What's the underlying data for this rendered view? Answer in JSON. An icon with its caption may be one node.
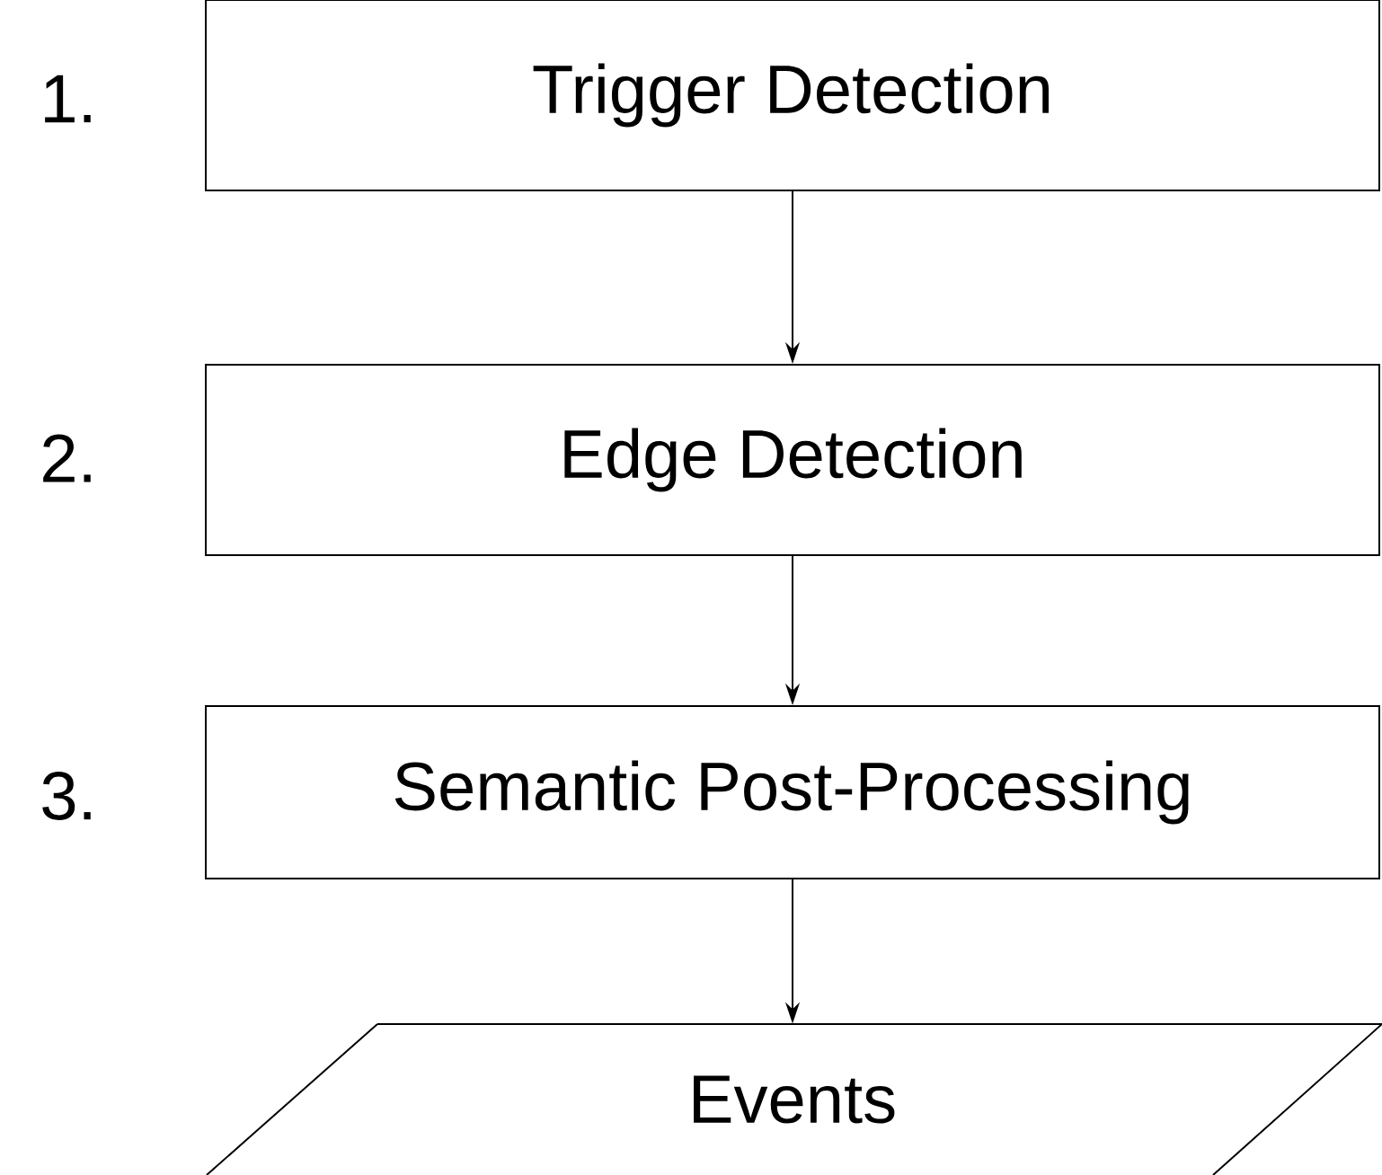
{
  "diagram": {
    "nodes": [
      {
        "text": [
          "Trigger Detection"
        ]
      },
      {
        "text": [
          "Edge Detection"
        ]
      },
      {
        "text": [
          "Semantic Post-Processing"
        ]
      },
      {
        "text": [
          "Events"
        ]
      }
    ],
    "edges": [
      {
        "from": 0,
        "to": 1,
        "arrow": "to"
      },
      {
        "from": 1,
        "to": 2,
        "arrow": "to"
      },
      {
        "from": 2,
        "to": 3,
        "arrow": "to"
      }
    ],
    "labels": [
      "1.",
      "2.",
      "3."
    ]
  }
}
